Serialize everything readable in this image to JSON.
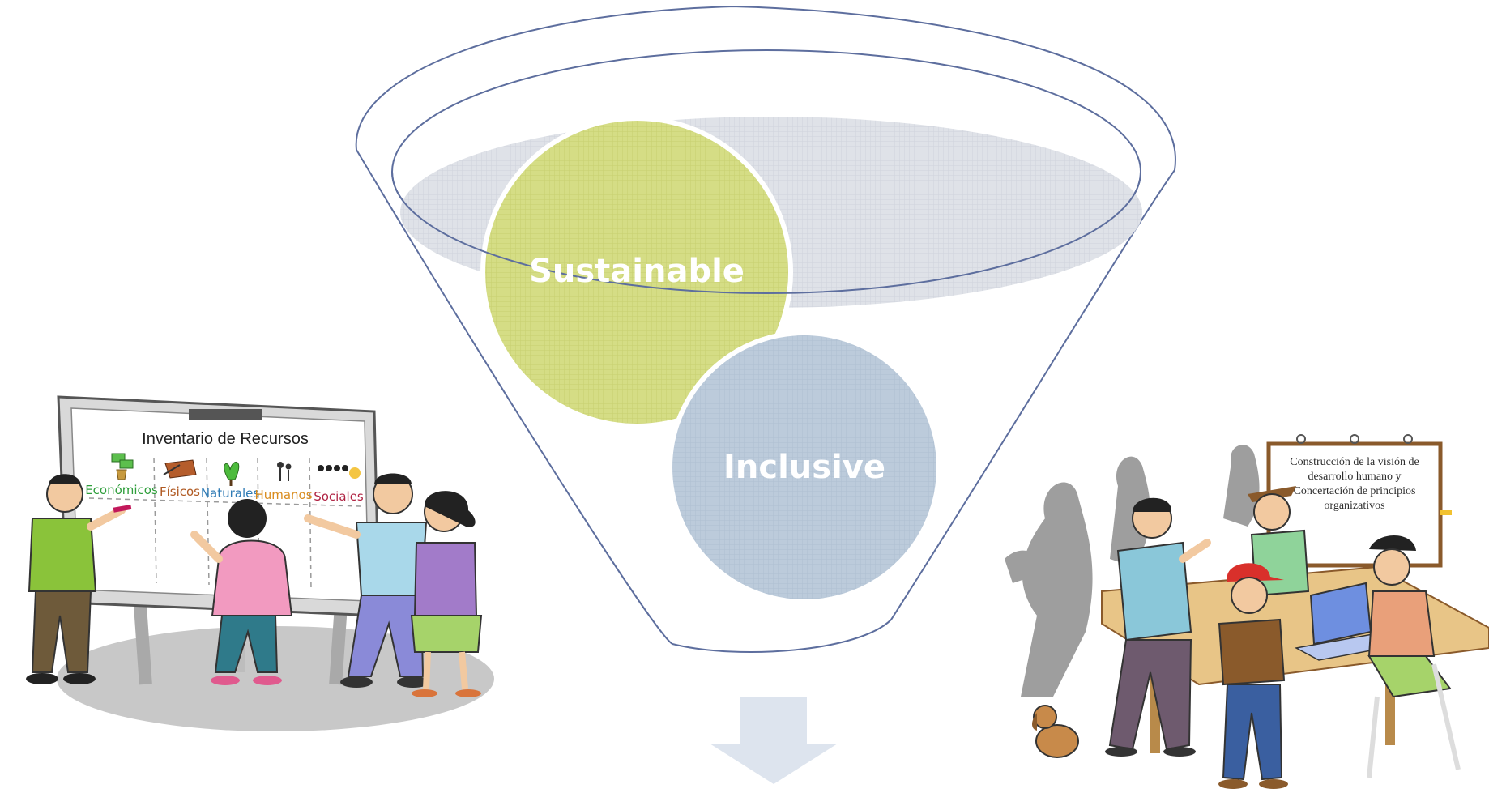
{
  "funnel": {
    "circle_top_label": "Sustainable",
    "circle_bottom_label": "Inclusive"
  },
  "left_board": {
    "title": "Inventario de Recursos",
    "categories": [
      {
        "label": "Económicos",
        "color": "#2e9e3b"
      },
      {
        "label": "Físicos",
        "color": "#b05a23"
      },
      {
        "label": "Naturales",
        "color": "#2f7bb5"
      },
      {
        "label": "Humanos",
        "color": "#d98b1c"
      },
      {
        "label": "Sociales",
        "color": "#b02343"
      }
    ]
  },
  "right_board": {
    "line1": "Construcción de la visión de",
    "line2": "desarrollo humano y",
    "line3": "Concertación de principios",
    "line4": "organizativos"
  },
  "colors": {
    "funnel_outline": "#5d6e9e",
    "rim_fill": "#d9dce4",
    "sustainable_fill": "#d3dc80",
    "inclusive_fill": "#b7c7d8",
    "arrow_fill": "#dde4ee"
  }
}
